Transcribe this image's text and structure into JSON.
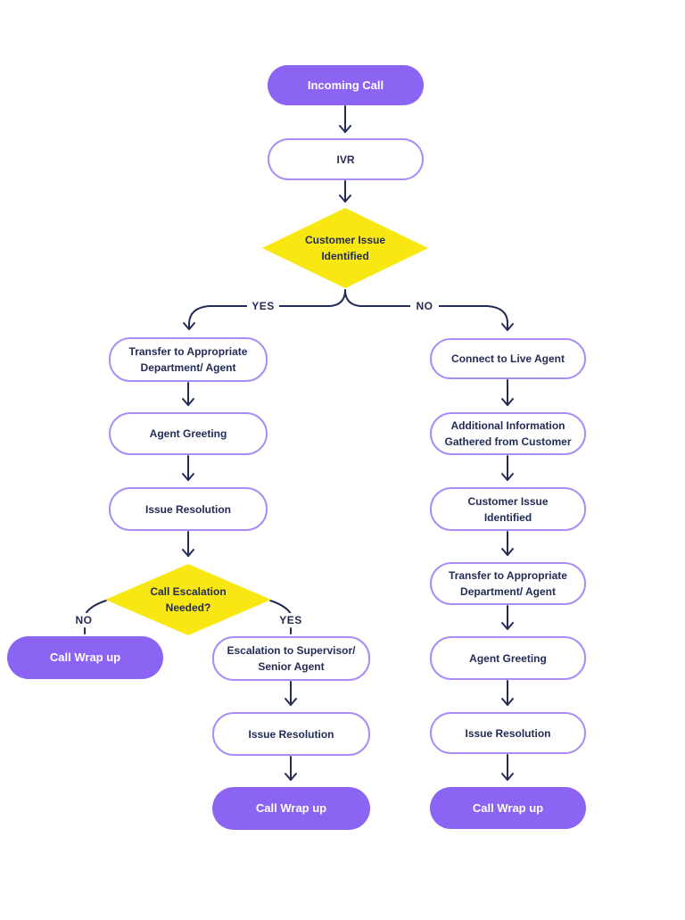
{
  "diagram": {
    "type": "flowchart",
    "topic": "Incoming call handling / IVR routing process"
  },
  "colors": {
    "background": "#FFFFFF",
    "node_fill_purple": "#8C64F4",
    "node_border_purple": "#AA8CF8",
    "decision_yellow": "#F9E712",
    "text_navy": "#232C56",
    "text_on_purple": "#FFFFFF",
    "connector": "#232C56"
  },
  "nodes": [
    {
      "id": "incoming-call",
      "label": "Incoming Call",
      "shape": "rounded",
      "variant": "filled"
    },
    {
      "id": "ivr",
      "label": "IVR",
      "shape": "rounded",
      "variant": "outline"
    },
    {
      "id": "customer-issue-identified",
      "label": "Customer Issue Identified",
      "shape": "diamond",
      "variant": "decision"
    },
    {
      "id": "transfer-to-department-left",
      "label": "Transfer to Appropriate Department/ Agent",
      "shape": "rounded",
      "variant": "outline"
    },
    {
      "id": "agent-greeting-left",
      "label": "Agent Greeting",
      "shape": "rounded",
      "variant": "outline"
    },
    {
      "id": "issue-resolution-left",
      "label": "Issue Resolution",
      "shape": "rounded",
      "variant": "outline"
    },
    {
      "id": "call-escalation-needed",
      "label": "Call Escalation Needed?",
      "shape": "diamond",
      "variant": "decision"
    },
    {
      "id": "call-wrap-up-left",
      "label": "Call Wrap up",
      "shape": "rounded",
      "variant": "filled"
    },
    {
      "id": "escalation-to-supervisor",
      "label": "Escalation to Supervisor/ Senior Agent",
      "shape": "rounded",
      "variant": "outline"
    },
    {
      "id": "issue-resolution-mid",
      "label": "Issue Resolution",
      "shape": "rounded",
      "variant": "outline"
    },
    {
      "id": "call-wrap-up-mid",
      "label": "Call Wrap up",
      "shape": "rounded",
      "variant": "filled"
    },
    {
      "id": "connect-to-live-agent",
      "label": "Connect to Live Agent",
      "shape": "rounded",
      "variant": "outline"
    },
    {
      "id": "additional-information",
      "label": "Additional Information Gathered from Customer",
      "shape": "rounded",
      "variant": "outline"
    },
    {
      "id": "customer-issue-identified-right",
      "label": "Customer Issue Identified",
      "shape": "rounded",
      "variant": "outline"
    },
    {
      "id": "transfer-to-department-right",
      "label": "Transfer to Appropriate Department/ Agent",
      "shape": "rounded",
      "variant": "outline"
    },
    {
      "id": "agent-greeting-right",
      "label": "Agent Greeting",
      "shape": "rounded",
      "variant": "outline"
    },
    {
      "id": "issue-resolution-right",
      "label": "Issue Resolution",
      "shape": "rounded",
      "variant": "outline"
    },
    {
      "id": "call-wrap-up-right",
      "label": "Call Wrap up",
      "shape": "rounded",
      "variant": "filled"
    }
  ],
  "edges": [
    {
      "from": "incoming-call",
      "to": "ivr"
    },
    {
      "from": "ivr",
      "to": "customer-issue-identified"
    },
    {
      "from": "customer-issue-identified",
      "to": "transfer-to-department-left",
      "label": "YES"
    },
    {
      "from": "customer-issue-identified",
      "to": "connect-to-live-agent",
      "label": "NO"
    },
    {
      "from": "transfer-to-department-left",
      "to": "agent-greeting-left"
    },
    {
      "from": "agent-greeting-left",
      "to": "issue-resolution-left"
    },
    {
      "from": "issue-resolution-left",
      "to": "call-escalation-needed"
    },
    {
      "from": "call-escalation-needed",
      "to": "call-wrap-up-left",
      "label": "NO"
    },
    {
      "from": "call-escalation-needed",
      "to": "escalation-to-supervisor",
      "label": "YES"
    },
    {
      "from": "escalation-to-supervisor",
      "to": "issue-resolution-mid"
    },
    {
      "from": "issue-resolution-mid",
      "to": "call-wrap-up-mid"
    },
    {
      "from": "connect-to-live-agent",
      "to": "additional-information"
    },
    {
      "from": "additional-information",
      "to": "customer-issue-identified-right"
    },
    {
      "from": "customer-issue-identified-right",
      "to": "transfer-to-department-right"
    },
    {
      "from": "transfer-to-department-right",
      "to": "agent-greeting-right"
    },
    {
      "from": "agent-greeting-right",
      "to": "issue-resolution-right"
    },
    {
      "from": "issue-resolution-right",
      "to": "call-wrap-up-right"
    }
  ]
}
